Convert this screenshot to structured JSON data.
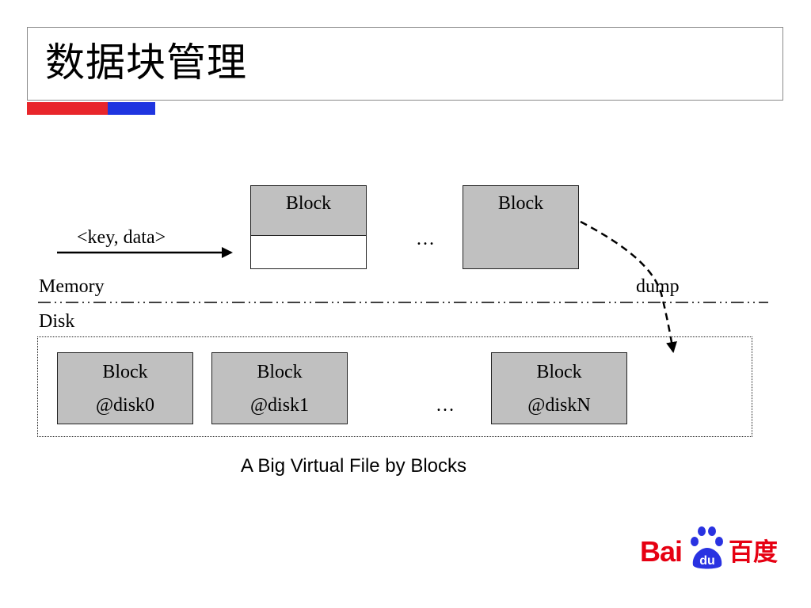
{
  "title": "数据块管理",
  "colors": {
    "accent_red": "#e8262b",
    "accent_blue": "#1f35e0",
    "block_fill": "#c0c0c0",
    "brand_red": "#e60012"
  },
  "memory": {
    "input_label": "<key, data>",
    "block_a": "Block",
    "ellipsis": "…",
    "block_b": "Block",
    "region_label": "Memory",
    "dump_label": "dump"
  },
  "disk": {
    "region_label": "Disk",
    "blocks": [
      {
        "label": "Block",
        "sub": "@disk0"
      },
      {
        "label": "Block",
        "sub": "@disk1"
      },
      {
        "label": "Block",
        "sub": "@diskN"
      }
    ],
    "ellipsis": "…"
  },
  "caption": "A Big Virtual File by Blocks",
  "logo": {
    "latin": "Bai",
    "paw_text": "du",
    "chinese": "百度",
    "icon": "paw-icon"
  }
}
